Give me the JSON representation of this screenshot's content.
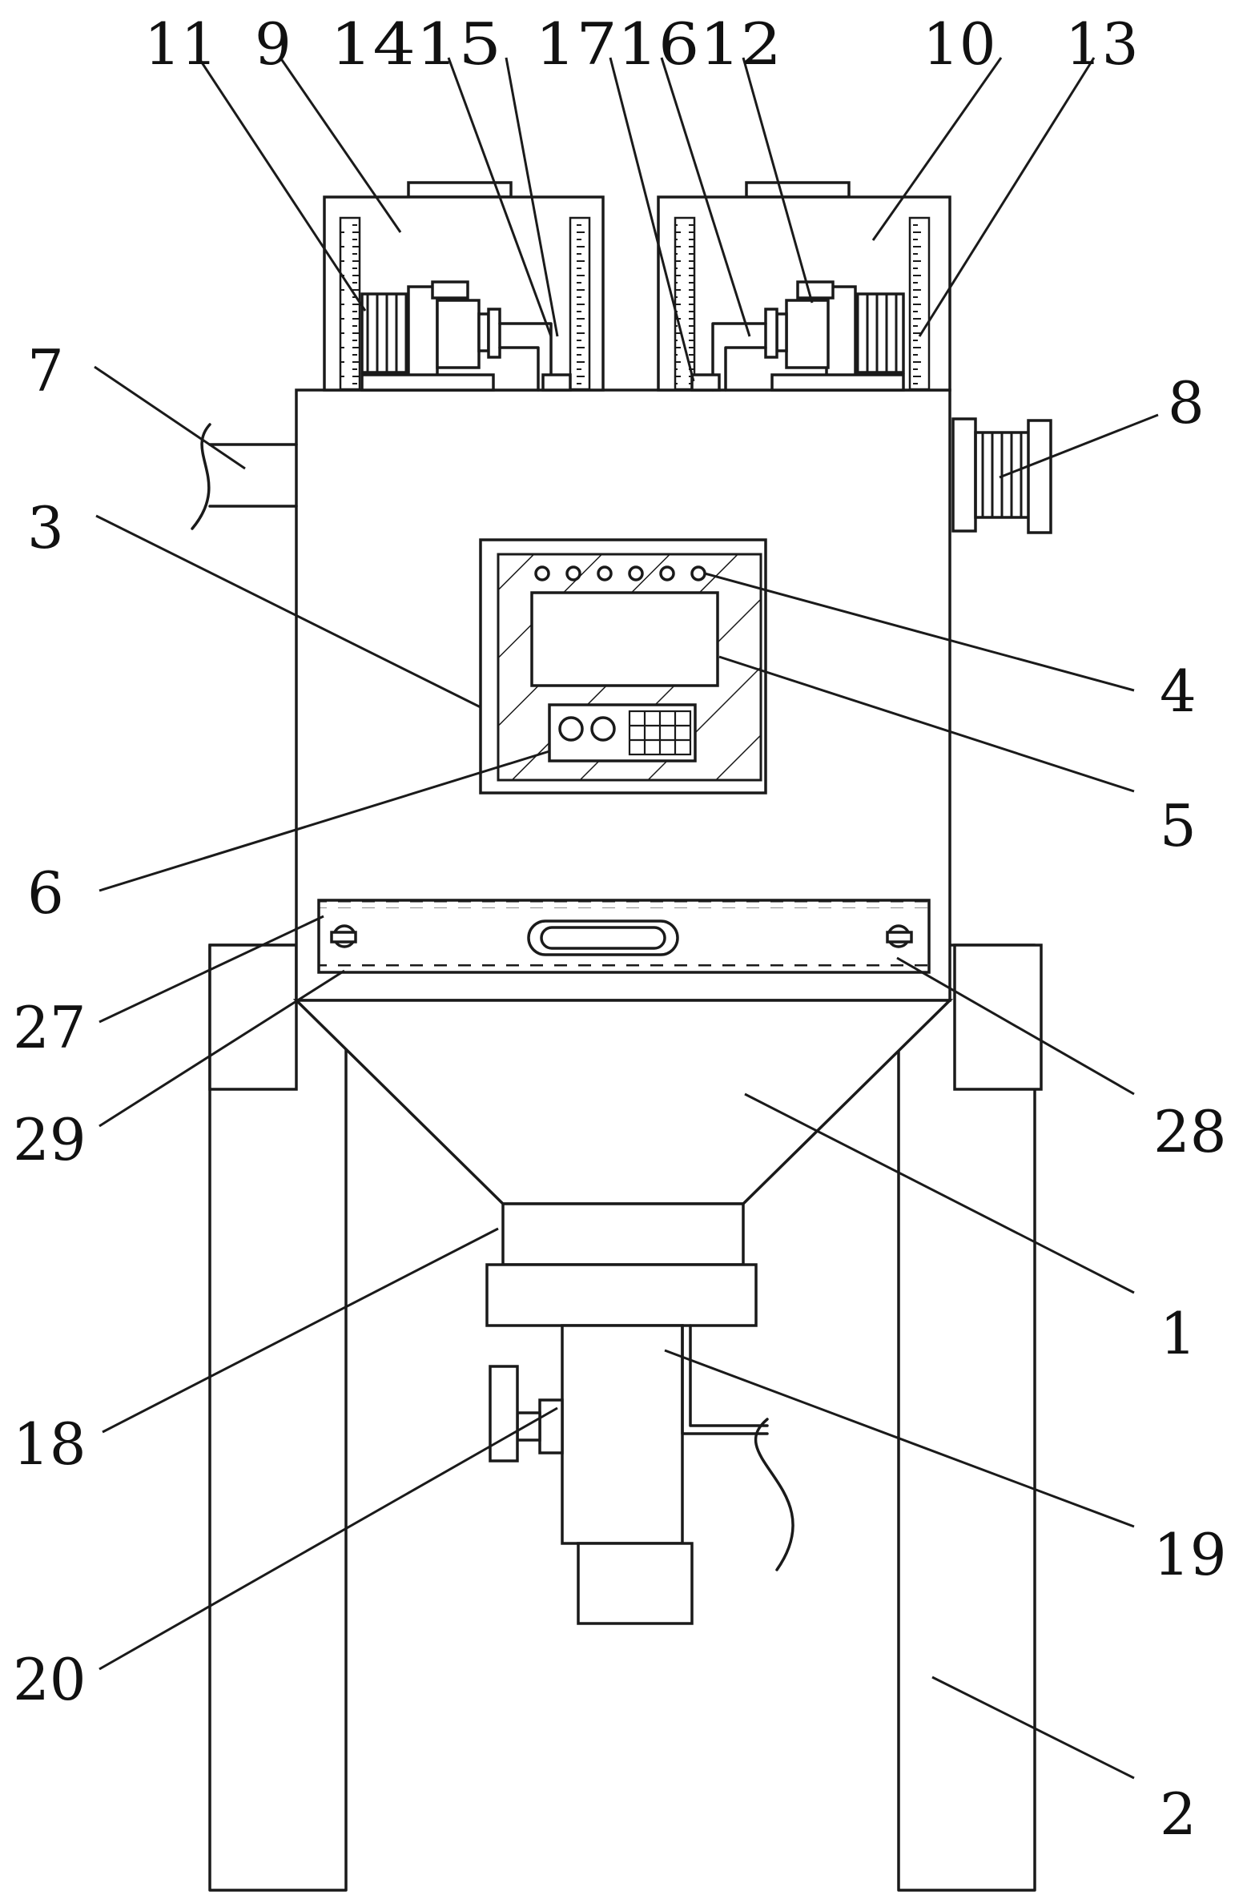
{
  "callouts": {
    "c1": "1",
    "c2": "2",
    "c3": "3",
    "c4": "4",
    "c5": "5",
    "c6": "6",
    "c7": "7",
    "c8": "8",
    "c9": "9",
    "c10": "10",
    "c11": "11",
    "c12": "12",
    "c13": "13",
    "c14_15": "1415",
    "c17_16_12": "171612",
    "c18": "18",
    "c19": "19",
    "c20": "20",
    "c27": "27",
    "c28": "28",
    "c29": "29"
  }
}
